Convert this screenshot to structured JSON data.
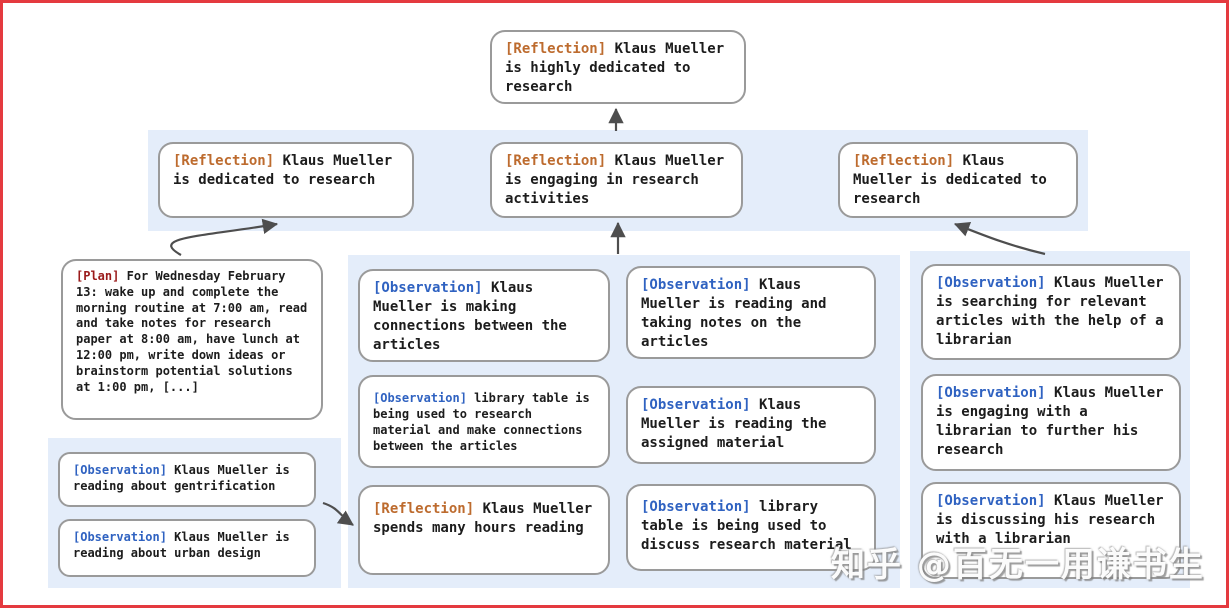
{
  "diagram": {
    "root": {
      "tag": "[Reflection]",
      "text": "Klaus Mueller is highly dedicated to research"
    },
    "level2": [
      {
        "tag": "[Reflection]",
        "text": "Klaus Mueller is dedicated to research"
      },
      {
        "tag": "[Reflection]",
        "text": "Klaus Mueller is engaging in research activities"
      },
      {
        "tag": "[Reflection]",
        "text": "Klaus Mueller is dedicated to research"
      }
    ],
    "plan": {
      "tag": "[Plan]",
      "text": "For Wednesday February 13: wake up and complete the morning routine at 7:00 am, read and take notes for research paper at 8:00 am, have lunch at 12:00 pm, write down ideas or brainstorm potential solutions at 1:00 pm, [...]"
    },
    "left_group": [
      {
        "tag": "[Observation]",
        "text": "Klaus Mueller is reading about gentrification"
      },
      {
        "tag": "[Observation]",
        "text": "Klaus Mueller is reading about urban design"
      }
    ],
    "middle_group_col1": [
      {
        "tag": "[Observation]",
        "text": "Klaus Mueller is making connections between the articles"
      },
      {
        "tag": "[Observation]",
        "text": "library table is being used to research material and make connections between the articles"
      },
      {
        "tag": "[Reflection]",
        "text": "Klaus Mueller spends many hours reading"
      }
    ],
    "middle_group_col2": [
      {
        "tag": "[Observation]",
        "text": "Klaus Mueller is reading and taking notes on the articles"
      },
      {
        "tag": "[Observation]",
        "text": "Klaus Mueller is reading the assigned material"
      },
      {
        "tag": "[Observation]",
        "text": "library table is being used to discuss research material"
      }
    ],
    "right_group": [
      {
        "tag": "[Observation]",
        "text": "Klaus Mueller is searching for relevant articles with the help of a librarian"
      },
      {
        "tag": "[Observation]",
        "text": "Klaus Mueller is engaging with a librarian to further his research"
      },
      {
        "tag": "[Observation]",
        "text": "Klaus Mueller is discussing his research with a librarian"
      }
    ]
  },
  "watermark": {
    "text": "知乎 @百无一用谦书生"
  },
  "colors": {
    "reflection_tag": "#bd6b2e",
    "plan_tag": "#9a1b1b",
    "observation_tag": "#2f62c1",
    "panel_blue": "#e4edfa",
    "node_border": "#9a9a9a",
    "arrow": "#555555",
    "frame_red": "#e43a3f"
  }
}
